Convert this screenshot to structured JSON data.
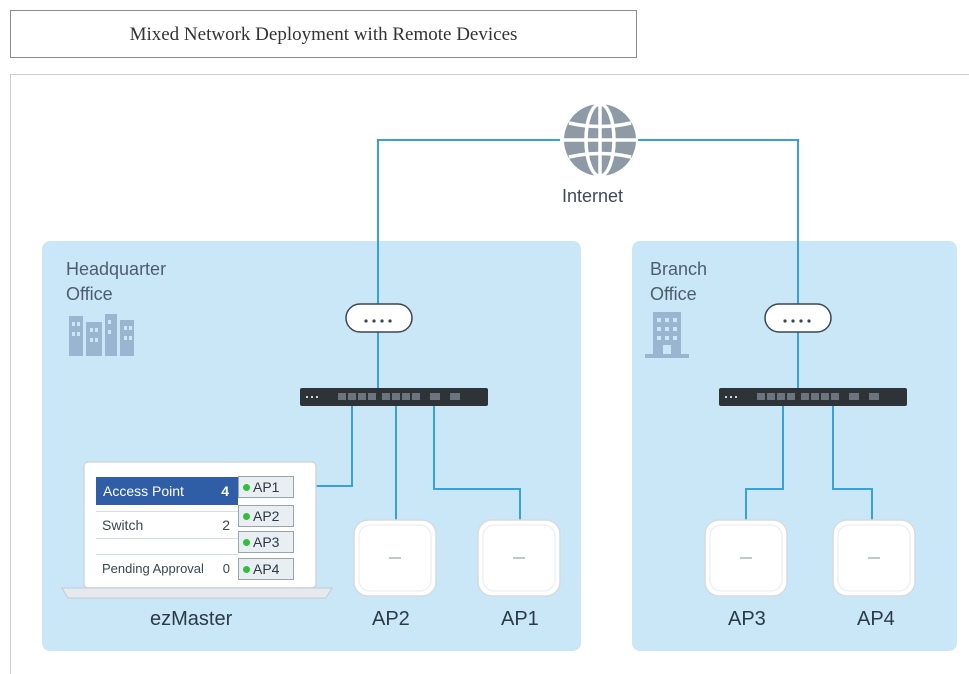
{
  "title": "Mixed Network Deployment with Remote Devices",
  "internet": {
    "label": "Internet"
  },
  "headquarter": {
    "title_line1": "Headquarter",
    "title_line2": "Office",
    "devices": [
      "ezMaster",
      "AP2",
      "AP1"
    ]
  },
  "branch": {
    "title_line1": "Branch",
    "title_line2": "Office",
    "devices": [
      "AP3",
      "AP4"
    ]
  },
  "ezmaster_panel": {
    "rows": [
      {
        "label": "Access Point",
        "count": "4"
      },
      {
        "label": "Switch",
        "count": "2"
      },
      {
        "label": "Pending Approval",
        "count": "0"
      }
    ],
    "ap_list": [
      "AP1",
      "AP2",
      "AP3",
      "AP4"
    ]
  },
  "colors": {
    "zone_fill": "#c9e7f7",
    "link_line": "#3aa0d8",
    "header_row": "#2f5ea7",
    "device_white": "#ffffff",
    "status_dot": "#2fbf3a"
  }
}
